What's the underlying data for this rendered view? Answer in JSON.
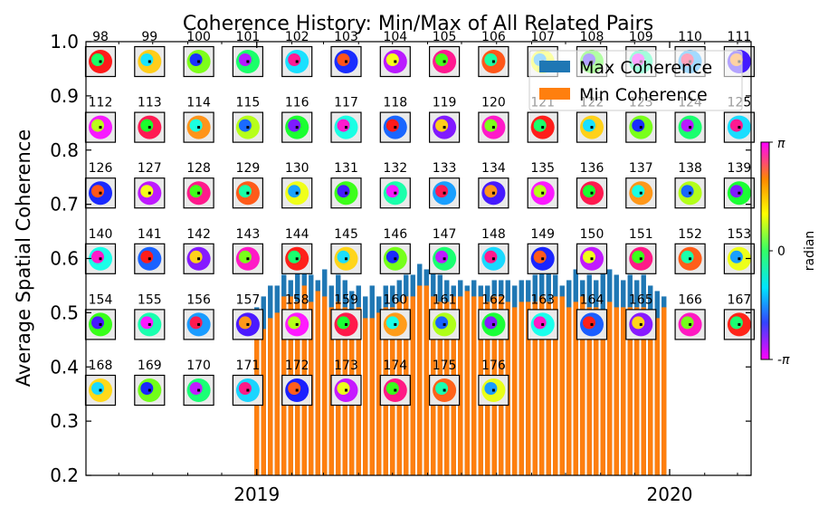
{
  "chart_data": {
    "type": "bar",
    "title": "Coherence History: Min/Max of All Related Pairs",
    "xlabel": "",
    "ylabel": "Average Spatial Coherence",
    "ylim": [
      0.2,
      1.0
    ],
    "xlim": [
      "2018-08-03",
      "2020-03-13"
    ],
    "yticks": [
      0.2,
      0.3,
      0.4,
      0.5,
      0.6,
      0.7,
      0.8,
      0.9,
      1.0
    ],
    "xticks": [
      {
        "date": "2019-01-01",
        "label": "2019"
      },
      {
        "date": "2020-01-01",
        "label": "2020"
      }
    ],
    "legend": {
      "placement": "top-right",
      "entries": [
        {
          "label": "Max Coherence",
          "color": "#1f77b4"
        },
        {
          "label": "Min Coherence",
          "color": "#ff7f0e"
        }
      ]
    },
    "dates": [
      "2019-01-01",
      "2019-01-07",
      "2019-01-13",
      "2019-01-19",
      "2019-01-25",
      "2019-01-31",
      "2019-02-06",
      "2019-02-12",
      "2019-02-18",
      "2019-02-24",
      "2019-03-02",
      "2019-03-08",
      "2019-03-14",
      "2019-03-20",
      "2019-03-26",
      "2019-04-01",
      "2019-04-07",
      "2019-04-13",
      "2019-04-19",
      "2019-04-25",
      "2019-05-01",
      "2019-05-07",
      "2019-05-13",
      "2019-05-19",
      "2019-05-25",
      "2019-05-31",
      "2019-06-06",
      "2019-06-12",
      "2019-06-18",
      "2019-06-24",
      "2019-06-30",
      "2019-07-06",
      "2019-07-12",
      "2019-07-18",
      "2019-07-24",
      "2019-07-30",
      "2019-08-05",
      "2019-08-11",
      "2019-08-17",
      "2019-08-23",
      "2019-08-29",
      "2019-09-04",
      "2019-09-10",
      "2019-09-16",
      "2019-09-22",
      "2019-09-28",
      "2019-10-04",
      "2019-10-10",
      "2019-10-16",
      "2019-10-22",
      "2019-10-28",
      "2019-11-03",
      "2019-11-09",
      "2019-11-15",
      "2019-11-21",
      "2019-11-27",
      "2019-12-03",
      "2019-12-09",
      "2019-12-15",
      "2019-12-21",
      "2019-12-27"
    ],
    "series": [
      {
        "name": "Max Coherence",
        "values": [
          0.51,
          0.53,
          0.55,
          0.55,
          0.57,
          0.56,
          0.58,
          0.58,
          0.57,
          0.56,
          0.58,
          0.55,
          0.57,
          0.56,
          0.54,
          0.55,
          0.53,
          0.55,
          0.53,
          0.55,
          0.55,
          0.56,
          0.57,
          0.57,
          0.59,
          0.58,
          0.58,
          0.57,
          0.56,
          0.55,
          0.56,
          0.55,
          0.56,
          0.55,
          0.55,
          0.56,
          0.56,
          0.56,
          0.55,
          0.56,
          0.56,
          0.57,
          0.58,
          0.59,
          0.57,
          0.55,
          0.56,
          0.58,
          0.56,
          0.57,
          0.56,
          0.58,
          0.58,
          0.57,
          0.56,
          0.57,
          0.56,
          0.57,
          0.55,
          0.54,
          0.53
        ]
      },
      {
        "name": "Min Coherence",
        "values": [
          0.45,
          0.47,
          0.49,
          0.5,
          0.53,
          0.53,
          0.52,
          0.55,
          0.52,
          0.54,
          0.53,
          0.51,
          0.52,
          0.51,
          0.49,
          0.51,
          0.49,
          0.49,
          0.5,
          0.51,
          0.51,
          0.52,
          0.53,
          0.53,
          0.55,
          0.55,
          0.53,
          0.52,
          0.52,
          0.53,
          0.53,
          0.54,
          0.53,
          0.53,
          0.52,
          0.53,
          0.53,
          0.52,
          0.51,
          0.52,
          0.52,
          0.52,
          0.53,
          0.52,
          0.53,
          0.53,
          0.51,
          0.52,
          0.53,
          0.51,
          0.51,
          0.5,
          0.52,
          0.51,
          0.51,
          0.51,
          0.51,
          0.51,
          0.5,
          0.49,
          0.51
        ]
      }
    ],
    "thumbnails": {
      "labels": [
        "98",
        "99",
        "100",
        "101",
        "102",
        "103",
        "104",
        "105",
        "106",
        "107",
        "108",
        "109",
        "110",
        "111",
        "112",
        "113",
        "114",
        "115",
        "116",
        "117",
        "118",
        "119",
        "120",
        "121",
        "122",
        "123",
        "124",
        "125",
        "126",
        "127",
        "128",
        "129",
        "130",
        "131",
        "132",
        "133",
        "134",
        "135",
        "136",
        "137",
        "138",
        "139",
        "140",
        "141",
        "142",
        "143",
        "144",
        "145",
        "146",
        "147",
        "148",
        "149",
        "150",
        "151",
        "152",
        "153",
        "154",
        "155",
        "156",
        "157",
        "158",
        "159",
        "160",
        "161",
        "162",
        "163",
        "164",
        "165",
        "166",
        "167",
        "168",
        "169",
        "170",
        "171",
        "172",
        "173",
        "174",
        "175",
        "176"
      ]
    },
    "colorbar": {
      "label": "radian",
      "ticks": [
        "π",
        "0",
        "-π"
      ],
      "colormap": "hsv-cyclic"
    }
  }
}
